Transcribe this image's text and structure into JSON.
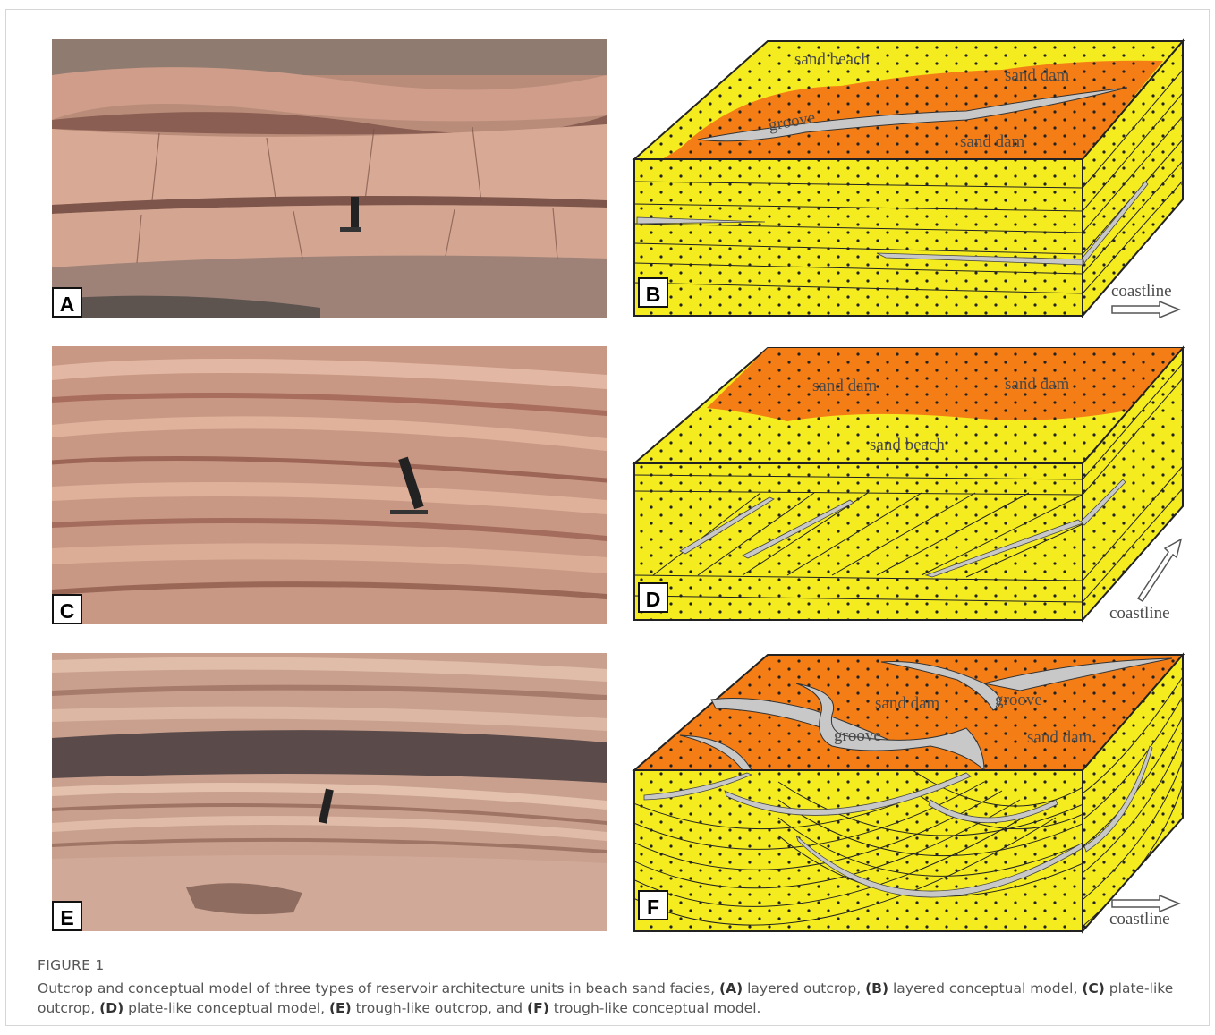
{
  "figure": {
    "title": "FIGURE 1",
    "caption": [
      {
        "t": "Outcrop and conceptual model of three types of reservoir architecture units in beach sand facies, ",
        "b": false
      },
      {
        "t": "(A)",
        "b": true
      },
      {
        "t": " layered outcrop, ",
        "b": false
      },
      {
        "t": "(B)",
        "b": true
      },
      {
        "t": " layered conceptual model, ",
        "b": false
      },
      {
        "t": "(C)",
        "b": true
      },
      {
        "t": " plate-like outcrop, ",
        "b": false
      },
      {
        "t": "(D)",
        "b": true
      },
      {
        "t": " plate-like conceptual model, ",
        "b": false
      },
      {
        "t": "(E)",
        "b": true
      },
      {
        "t": " trough-like outcrop, and ",
        "b": false
      },
      {
        "t": "(F)",
        "b": true
      },
      {
        "t": " trough-like conceptual model.",
        "b": false
      }
    ]
  },
  "panels": {
    "A": {
      "label": "A"
    },
    "B": {
      "label": "B",
      "texts": [
        "sand beach",
        "sand dam",
        "groove",
        "sand dam"
      ],
      "coastline": "coastline"
    },
    "C": {
      "label": "C"
    },
    "D": {
      "label": "D",
      "texts": [
        "sand dam",
        "sand dam",
        "sand beach"
      ],
      "coastline": "coastline"
    },
    "E": {
      "label": "E"
    },
    "F": {
      "label": "F",
      "texts": [
        "sand dam",
        "groove",
        "groove",
        "sand dam"
      ],
      "coastline": "coastline"
    }
  },
  "colors": {
    "sand_yellow": "#f4ec1f",
    "sand_dam_orange": "#f47d16",
    "groove_gray": "#c8c8c8",
    "outcrop_rock": "#c99482"
  }
}
